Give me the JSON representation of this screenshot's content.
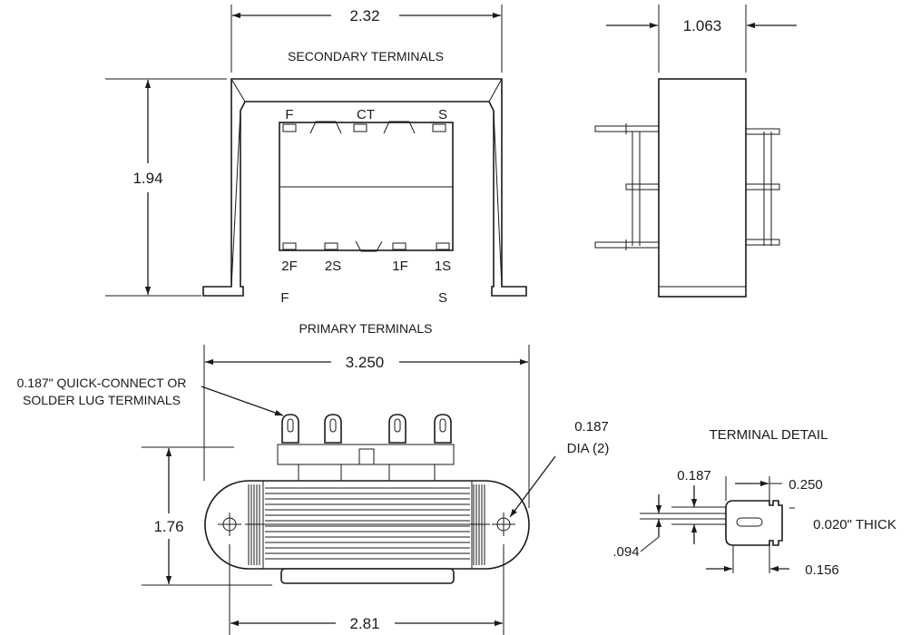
{
  "front_view": {
    "width_dim": "2.32",
    "height_dim": "1.94",
    "secondary_title": "SECONDARY TERMINALS",
    "primary_title": "PRIMARY TERMINALS",
    "secondary_labels": [
      "F",
      "CT",
      "S"
    ],
    "primary_labels": [
      "2F",
      "2S",
      "1F",
      "1S"
    ],
    "foot_left": "F",
    "foot_right": "S"
  },
  "side_view": {
    "depth_dim": "1.063"
  },
  "bottom_view": {
    "length_dim": "3.250",
    "height_dim": "1.76",
    "mount_spacing_dim": "2.81",
    "terminals_note_line1": "0.187\" QUICK-CONNECT OR",
    "terminals_note_line2": "SOLDER LUG TERMINALS",
    "hole_dia_line1": "0.187",
    "hole_dia_line2": "DIA (2)"
  },
  "terminal_detail": {
    "title": "TERMINAL DETAIL",
    "width_dim": "0.187",
    "tab_dim": "0.250",
    "thickness": "0.020\" THICK",
    "slot_dim": ".094",
    "tip_dim": "0.156"
  }
}
